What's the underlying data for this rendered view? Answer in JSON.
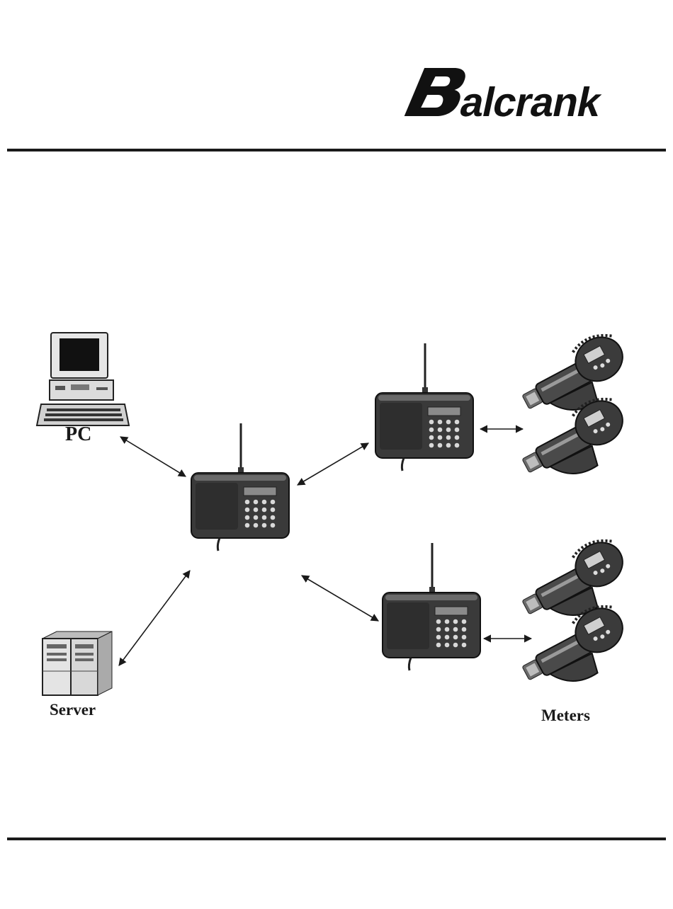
{
  "brand": {
    "logo_text": "Balcrank"
  },
  "labels": {
    "pc": "PC",
    "server": "Server",
    "meters": "Meters"
  },
  "icons": {
    "pc": "desktop-computer-icon",
    "server": "server-cabinet-icon",
    "controller": "wireless-controller-keypad-icon",
    "meter": "oil-meter-handheld-icon",
    "link": "double-headed-arrow"
  },
  "colors": {
    "ink": "#1a1a1a",
    "device_body": "#3a3a3a",
    "device_face": "#555555",
    "meter_body": "#4a4a4a"
  }
}
